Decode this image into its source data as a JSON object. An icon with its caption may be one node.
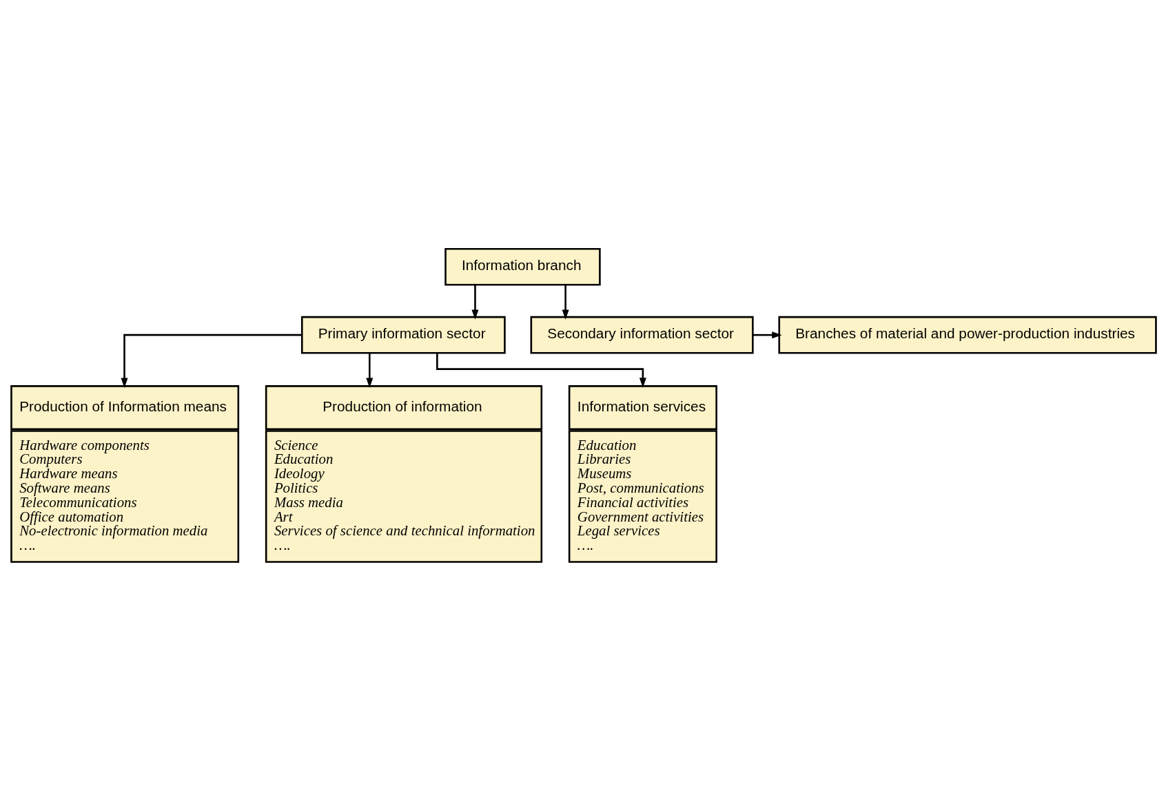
{
  "diagram": {
    "nodes": [
      {
        "text": [
          "Information branch"
        ]
      },
      {
        "text": [
          "Primary information sector"
        ]
      },
      {
        "text": [
          "Secondary information sector"
        ]
      },
      {
        "text": [
          "Branches of material and power-production industries"
        ]
      },
      {
        "text": [
          "Production of Information means",
          "Hardware components",
          "Computers",
          "Hardware means",
          "Software means",
          "Telecommunications",
          "Office automation",
          "No-electronic information media",
          "…."
        ]
      },
      {
        "text": [
          "Production of information",
          "Science",
          "Education",
          "Ideology",
          "Politics",
          "Mass media",
          "Art",
          "Services of science and technical information",
          "…."
        ]
      },
      {
        "text": [
          "Information services",
          "Education",
          "Libraries",
          "Museums",
          "Post, communications",
          "Financial activities",
          "Government activities",
          "Legal services",
          "…."
        ]
      }
    ],
    "edges": [
      {
        "from": 0,
        "to": 1,
        "arrow": "to"
      },
      {
        "from": 0,
        "to": 2,
        "arrow": "to"
      },
      {
        "from": 2,
        "to": 3,
        "arrow": "to"
      },
      {
        "from": 1,
        "to": 4,
        "arrow": "to"
      },
      {
        "from": 1,
        "to": 5,
        "arrow": "to"
      },
      {
        "from": 1,
        "to": 6,
        "arrow": "to"
      }
    ]
  }
}
